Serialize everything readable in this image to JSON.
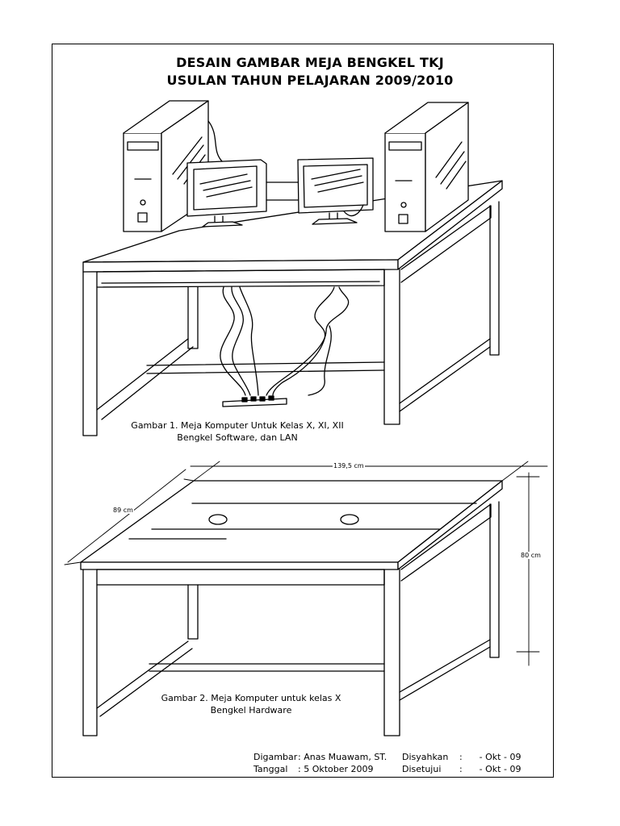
{
  "title": {
    "line1": "DESAIN GAMBAR MEJA BENGKEL TKJ",
    "line2": "USULAN TAHUN PELAJARAN 2009/2010"
  },
  "figure1": {
    "caption_line1": "Gambar 1. Meja Komputer Untuk Kelas X, XI, XII",
    "caption_line2": "Bengkel Software, dan LAN"
  },
  "figure2": {
    "caption_line1": "Gambar 2. Meja Komputer untuk kelas X",
    "caption_line2": "Bengkel Hardware",
    "dimensions": {
      "length": "139,5 cm",
      "width": "89 cm",
      "height": "80 cm"
    }
  },
  "footer": {
    "drawn_by_label": "Digambar",
    "drawn_by_value": ": Anas Muawam, ST.",
    "approved_label": "Disyahkan",
    "approved_value": ":      - Okt - 09",
    "date_label": "Tanggal",
    "date_value": ": 5 Oktober 2009",
    "agreed_label": "Disetujui",
    "agreed_value": ":      - Okt - 09"
  }
}
